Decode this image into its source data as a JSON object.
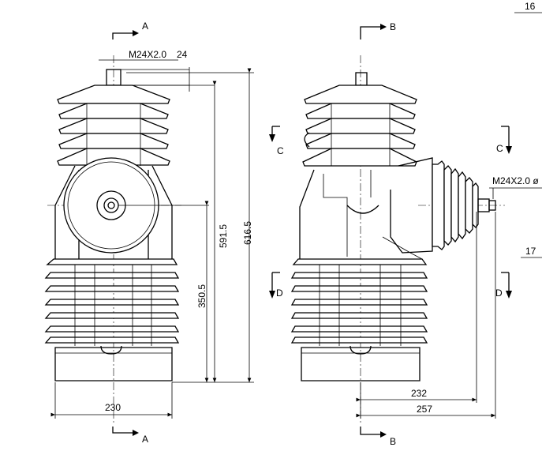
{
  "section_labels": {
    "a_top": "A",
    "a_bottom": "A",
    "b_top": "B",
    "b_bottom": "B",
    "c_left": "C",
    "c_right": "C",
    "d_left": "D",
    "d_right": "D"
  },
  "thread_labels": {
    "front": "M24X2.0",
    "side": "M24X2.0 ø"
  },
  "dimensions": {
    "thread_depth": "24",
    "total_height": "616.5",
    "height_591": "591.5",
    "axis_height": "350.5",
    "body_width": "230",
    "width_232": "232",
    "width_257": "257"
  },
  "item_numbers": {
    "n16": "16",
    "n17": "17"
  }
}
